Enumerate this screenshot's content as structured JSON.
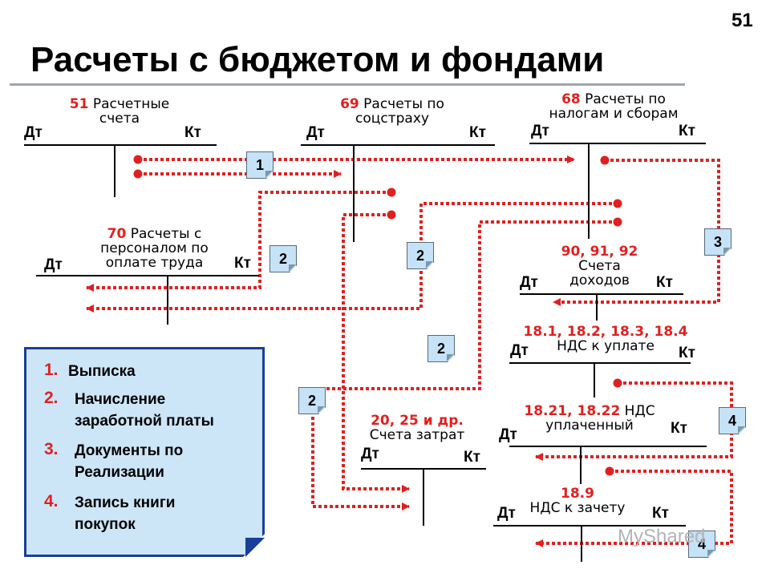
{
  "page_number": "51",
  "title": "Расчеты с бюджетом и фондами",
  "dt": "Дт",
  "kt": "Кт",
  "accounts": {
    "a51": {
      "code": "51",
      "name1": " Расчетные",
      "name2": "счета"
    },
    "a69": {
      "code": "69",
      "name1": " Расчеты по",
      "name2": "соцстраху"
    },
    "a68": {
      "code": "68",
      "name1": " Расчеты по",
      "name2": "налогам и сборам"
    },
    "a70": {
      "code": "70",
      "name1": " Расчеты с",
      "name2": "персоналом по",
      "name3": "оплате труда"
    },
    "a90": {
      "code": "90, 91, 92",
      "name1": "Счета",
      "name2": "доходов"
    },
    "a18x": {
      "code": "18.1, 18.2, 18.3, 18.4",
      "name1": "НДС к уплате"
    },
    "a1821": {
      "code": "18.21, 18.22",
      "name1": " НДС",
      "name2": "уплаченный"
    },
    "a20": {
      "code": "20, 25 и др.",
      "name1": "Счета затрат"
    },
    "a189": {
      "code": "18.9",
      "name1": "НДС к зачету"
    }
  },
  "badges": [
    "1",
    "2",
    "2",
    "2",
    "2",
    "3",
    "4",
    "4"
  ],
  "legend": [
    {
      "num": "1.",
      "text1": "Выписка"
    },
    {
      "num": "2.",
      "text1": "Начисление",
      "text2": "заработной платы"
    },
    {
      "num": "3.",
      "text1": "Документы по",
      "text2": "Реализации"
    },
    {
      "num": "4.",
      "text1": "Запись книги",
      "text2": "покупок"
    }
  ],
  "watermark": "MyShared",
  "colors": {
    "arrow": "#e02020",
    "accent": "#e02020",
    "legend_bg": "#cce6f8",
    "legend_border": "#1a3e9a",
    "badge_bg": "#c6e2f6"
  }
}
